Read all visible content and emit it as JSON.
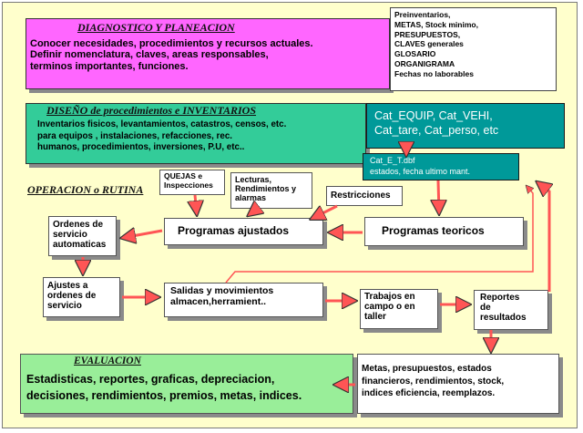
{
  "diagnostico": {
    "title": "DIAGNOSTICO  Y  PLANEACION",
    "text": "Conocer necesidades, procedimientos y recursos actuales.\nDefinir nomenclatura, claves, areas responsables,\nterminos importantes, funciones."
  },
  "prerequisitos": {
    "text": "Preinventarios,\nMETAS, Stock minimo,\nPRESUPUESTOS,\nCLAVES generales\nGLOSARIO\nORGANIGRAMA\nFechas no laborables"
  },
  "diseno": {
    "title": "DISEÑO de procedimientos  e INVENTARIOS",
    "text": "Inventarios fisicos, levantamientos,  catastros, censos, etc.\npara equipos , instalaciones, refacciones, rec.\nhumanos, procedimientos, inversiones, P.U, etc.."
  },
  "catalogos": {
    "text": "Cat_EQUIP, Cat_VEHI,\nCat_tare, Cat_perso, etc"
  },
  "cat_et": {
    "text": "Cat_E_T.dbf\nestados,  fecha ultimo mant."
  },
  "operacion_label": "OPERACION o RUTINA",
  "quejas": "QUEJAS e\nInspecciones",
  "lecturas": "Lecturas,\nRendimientos y\nalarmas",
  "restricciones": "Restricciones",
  "ordenes_automaticas": "Ordenes de\nservicio\nautomaticas",
  "programas_ajustados": "Programas ajustados",
  "programas_teoricos": "Programas teoricos",
  "ajustes": "Ajustes a\nordenes de\nservicio",
  "salidas": "Salidas y movimientos\nalmacen,herramient..",
  "trabajos": "Trabajos en\ncampo o en\ntaller",
  "reportes": "Reportes\nde\nresultados",
  "evaluacion": {
    "title": "EVALUACION",
    "text": "Estadisticas, reportes, graficas, depreciacion,\ndecisiones, rendimientos, premios, metas, indices."
  },
  "metas_resultados": "Metas, presupuestos, estados\nfinancieros, rendimientos, stock,\nindices eficiencia, reemplazos.",
  "colors": {
    "background": "#ffffcc",
    "diagnostico_fill": "#ff66ff",
    "diseno_fill": "#33cc99",
    "catalogos_fill": "#009999",
    "evaluacion_fill": "#99ee99",
    "arrow": "#ff5555"
  }
}
